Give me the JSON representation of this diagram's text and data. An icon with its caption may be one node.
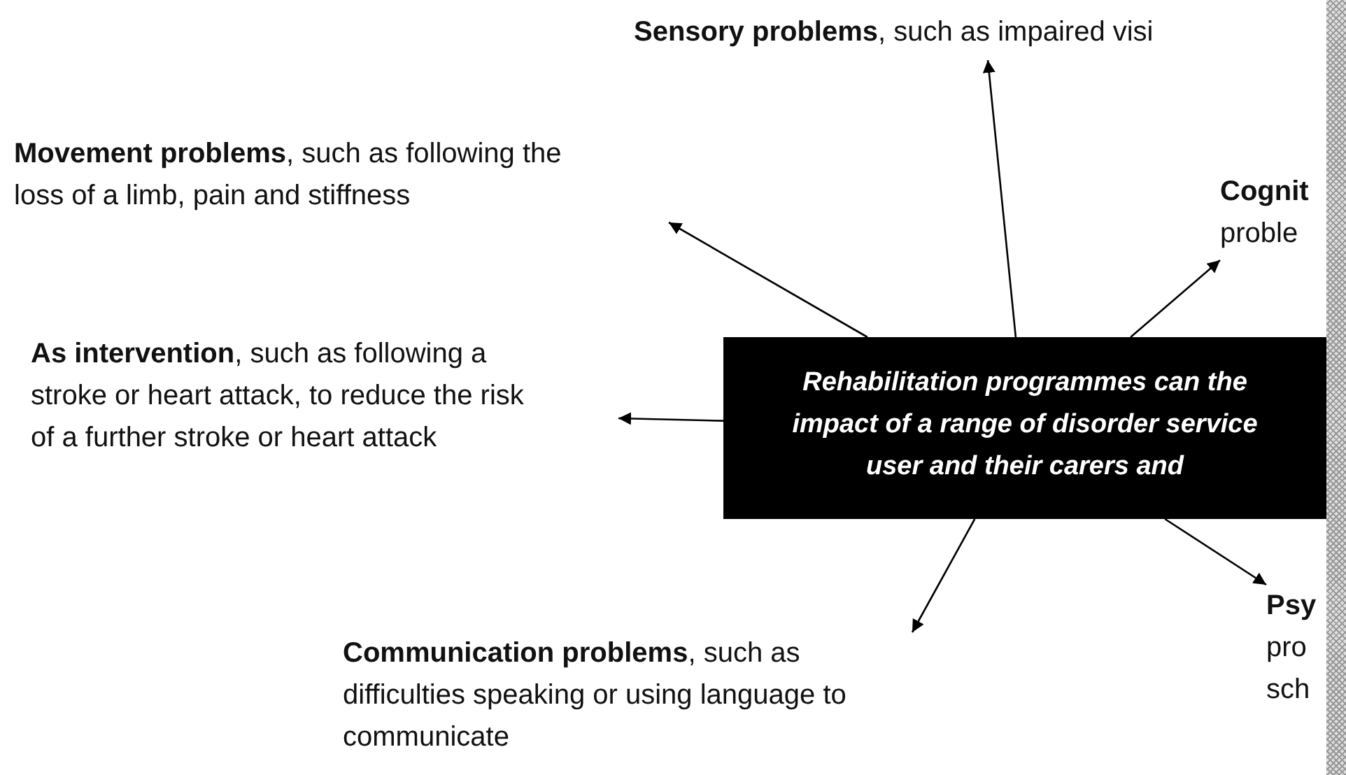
{
  "diagram": {
    "nodes": [
      {
        "text": [
          "Rehabilitation programmes can the impact of a range of disorder service user and their carers and"
        ]
      },
      {
        "text": [
          "**Sensory problems**, such as impaired visi"
        ]
      },
      {
        "text": [
          "**Movement problems**, such as following the loss of a limb, pain and stiffness"
        ]
      },
      {
        "text": [
          "**Cognit** proble"
        ]
      },
      {
        "text": [
          "**As intervention**, such as following a stroke or heart attack, to reduce the risk of a further stroke or heart attack"
        ]
      },
      {
        "text": [
          "**Communication problems**, such as difficulties speaking or using language to communicate"
        ]
      },
      {
        "text": [
          "**Psy** pro sch"
        ]
      }
    ],
    "edges": [
      {
        "from": 0,
        "to": 1,
        "arrow": "to"
      },
      {
        "from": 0,
        "to": 2,
        "arrow": "to"
      },
      {
        "from": 0,
        "to": 3,
        "arrow": "to"
      },
      {
        "from": 0,
        "to": 4,
        "arrow": "to"
      },
      {
        "from": 0,
        "to": 5,
        "arrow": "to"
      },
      {
        "from": 0,
        "to": 6,
        "arrow": "to"
      }
    ]
  }
}
